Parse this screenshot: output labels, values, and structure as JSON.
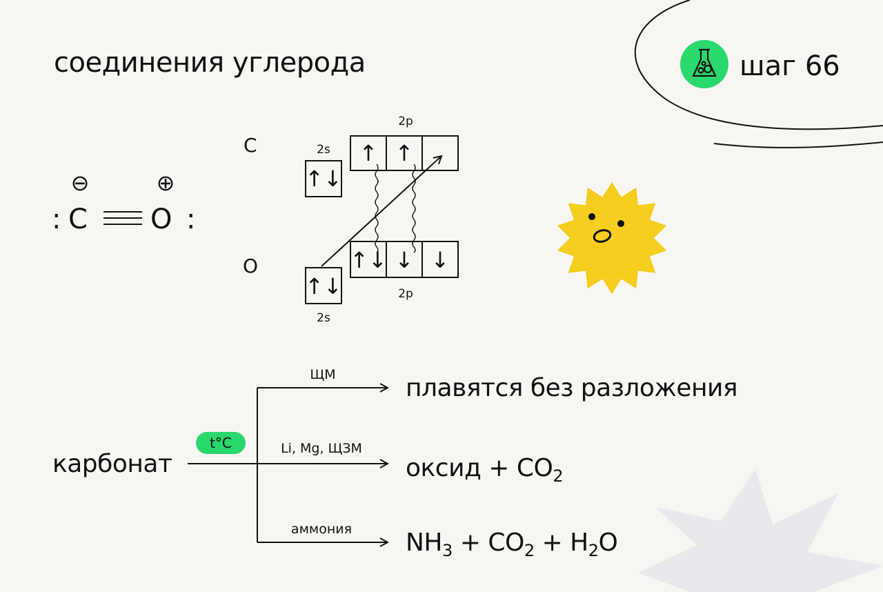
{
  "title": "соединения углерода",
  "step_label": "шаг 66",
  "colors": {
    "accent_green": "#2ad86d",
    "sun_yellow": "#f6cf1e",
    "bg_star": "#e7e9ec",
    "text": "#111111"
  },
  "icons": {
    "step_badge": "flask-icon",
    "mascot": "sun-mascot-icon"
  },
  "co_molecule": {
    "left_lone_pair": ":",
    "carbon": "C",
    "oxygen": "O",
    "right_lone_pair": ":",
    "carbon_charge": "⊖",
    "oxygen_charge": "⊕"
  },
  "orbitals": {
    "carbon_label": "C",
    "oxygen_label": "O",
    "c_2s_label": "2s",
    "c_2p_label": "2p",
    "o_2s_label": "2s",
    "o_2p_label": "2p",
    "c_2s_cell": "↑↓",
    "c_2p_cells": [
      "↑",
      "↑",
      ""
    ],
    "o_2s_cell": "↑↓",
    "o_2p_cells": [
      "↑↓",
      "↓",
      "↓"
    ]
  },
  "scheme": {
    "reactant": "карбонат",
    "condition": "t°C",
    "branches": [
      {
        "label": "ЩМ",
        "result": "плавятся без разложения"
      },
      {
        "label": "Li, Mg, ЩЗМ",
        "result_main": "оксид + CO",
        "result_sub": "2"
      },
      {
        "label": "аммония",
        "r1": "NH",
        "r1_sub": "3",
        "r2": " + CO",
        "r2_sub": "2",
        "r3": " + H",
        "r3_sub": "2",
        "r4": "O"
      }
    ]
  }
}
